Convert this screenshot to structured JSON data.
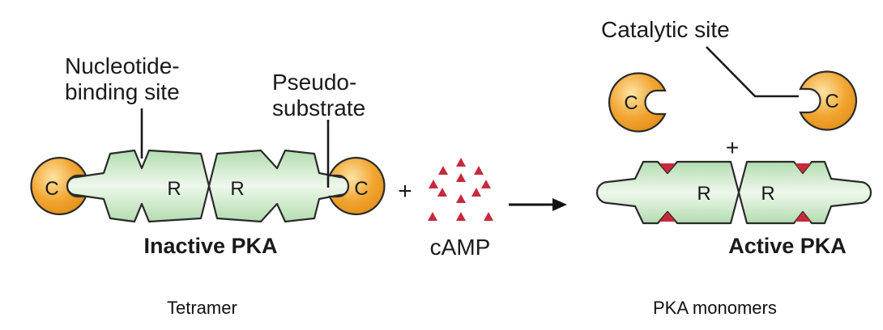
{
  "labels": {
    "nucleotide_line1": "Nucleotide-",
    "nucleotide_line2": "binding site",
    "pseudo_line1": "Pseudo-",
    "pseudo_line2": "substrate",
    "catalytic_site": "Catalytic site",
    "c": "C",
    "r": "R",
    "plus": "+",
    "camp": "cAMP",
    "inactive": "Inactive PKA",
    "active": "Active PKA",
    "tetramer": "Tetramer",
    "monomers": "PKA monomers"
  },
  "colors": {
    "catalytic_fill": "#f2a531",
    "catalytic_light": "#fbd98a",
    "regulatory_fill": "#bfe3bd",
    "regulatory_light": "#e6f5e3",
    "camp": "#c62a3c",
    "stroke": "#2a2a2a"
  }
}
